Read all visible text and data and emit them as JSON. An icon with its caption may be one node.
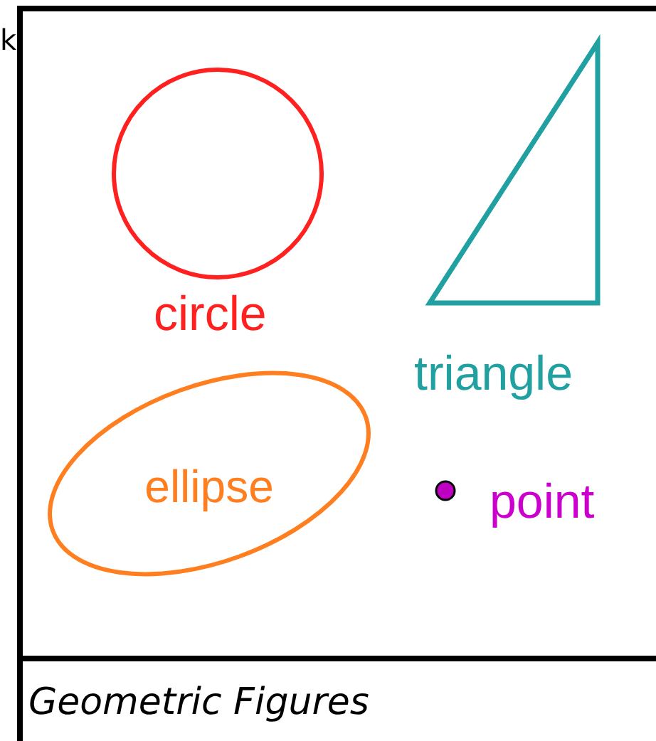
{
  "diagram": {
    "caption": "Geometric Figures",
    "nodes": [
      {
        "text": [],
        "shape": "circle",
        "beside": [
          "circle"
        ]
      },
      {
        "text": [],
        "shape": "triangle",
        "beside": [
          "triangle"
        ]
      },
      {
        "text": [
          "ellipse"
        ]
      },
      {
        "text": [],
        "shape": "circle",
        "beside": [
          "point"
        ]
      }
    ],
    "labels": [
      "k"
    ]
  }
}
